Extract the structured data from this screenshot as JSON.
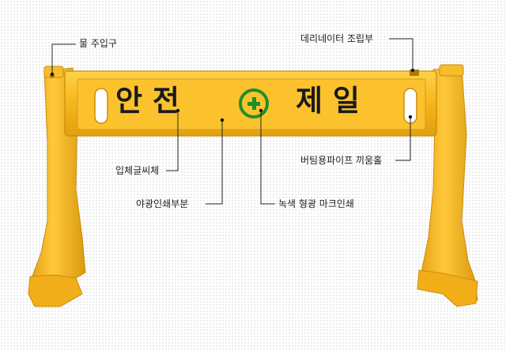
{
  "sign": {
    "text_left": "안 전",
    "text_right": "제 일"
  },
  "labels": {
    "water_inlet": "물 주입구",
    "delineator_mount": "데리네이터 조립부",
    "pipe_hole": "버팀용파이프 끼움홀",
    "font_3d": "입체글씨체",
    "luminous_print": "야광인쇄부분",
    "green_mark": "녹색 형광 마크인쇄"
  },
  "colors": {
    "body": "#f5b51c",
    "body_shade": "#d99a10",
    "mark": "#1f8f2a",
    "text": "#1a1a1a"
  }
}
